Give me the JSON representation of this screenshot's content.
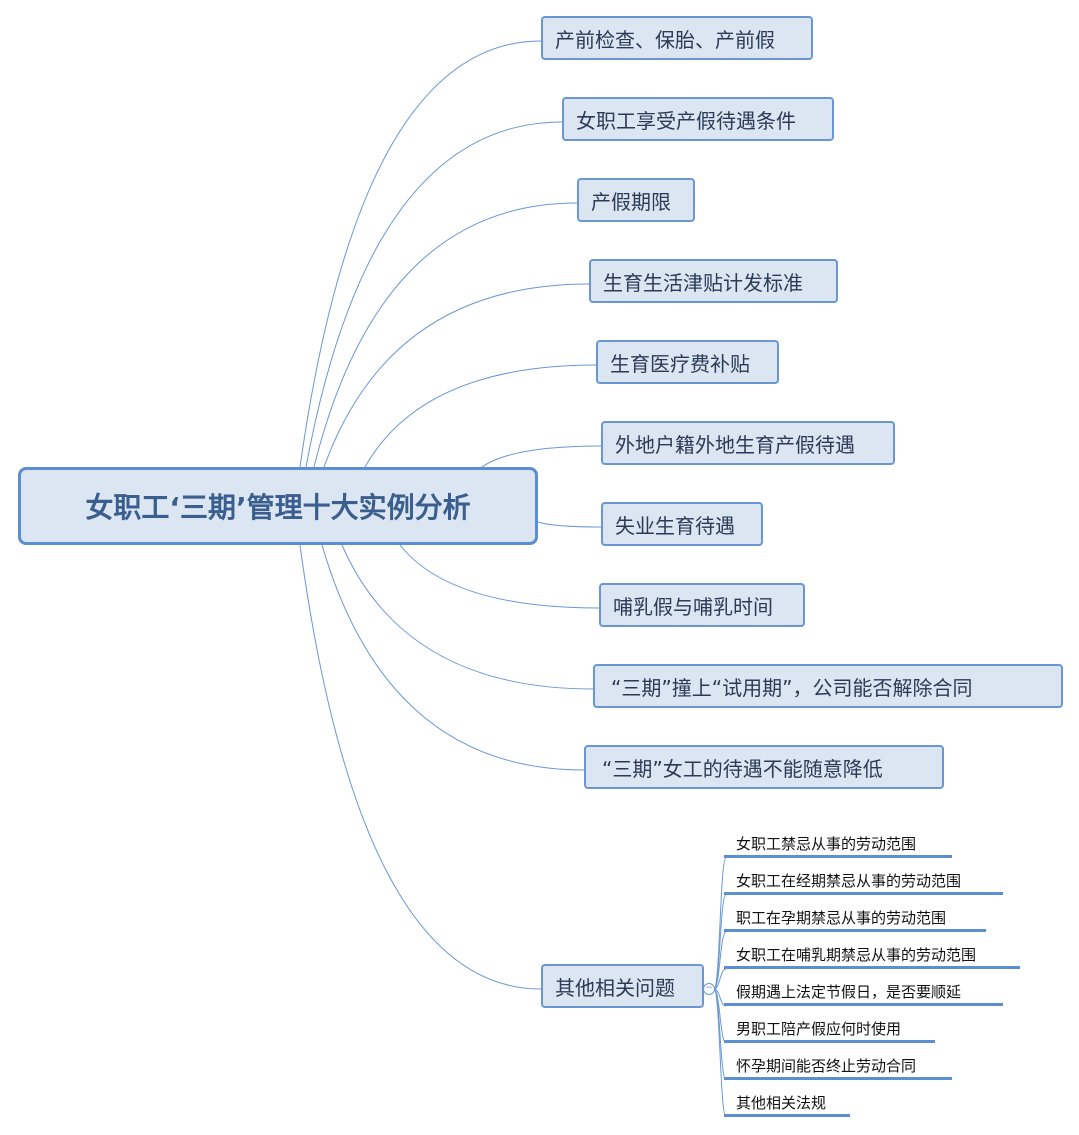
{
  "root": {
    "label": "女职工‘三期’管理十大实例分析"
  },
  "topics": [
    {
      "label": "产前检查、保胎、产前假"
    },
    {
      "label": "女职工享受产假待遇条件"
    },
    {
      "label": "产假期限"
    },
    {
      "label": "生育生活津贴计发标准"
    },
    {
      "label": "生育医疗费补贴"
    },
    {
      "label": "外地户籍外地生育产假待遇"
    },
    {
      "label": "失业生育待遇"
    },
    {
      "label": "哺乳假与哺乳时间"
    },
    {
      "label": "“三期”撞上“试用期”，公司能否解除合同"
    },
    {
      "label": "“三期”女工的待遇不能随意降低"
    },
    {
      "label": "其他相关问题"
    }
  ],
  "subtopics": [
    {
      "label": "女职工禁忌从事的劳动范围"
    },
    {
      "label": "女职工在经期禁忌从事的劳动范围"
    },
    {
      "label": "职工在孕期禁忌从事的劳动范围"
    },
    {
      "label": "女职工在哺乳期禁忌从事的劳动范围"
    },
    {
      "label": "假期遇上法定节假日，是否要顺延"
    },
    {
      "label": "男职工陪产假应何时使用"
    },
    {
      "label": "怀孕期间能否终止劳动合同"
    },
    {
      "label": "其他相关法规"
    }
  ],
  "colors": {
    "line": "#6a97d3",
    "node_fill": "#dce6f2",
    "root_text": "#3a5f8f"
  }
}
